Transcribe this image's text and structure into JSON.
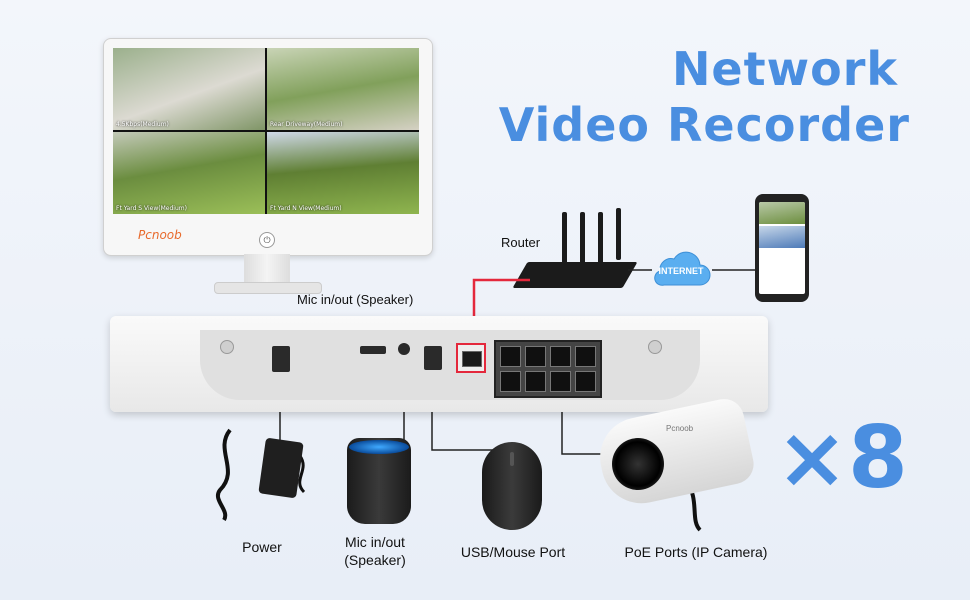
{
  "title": {
    "line1": "Network",
    "line2": "Video Recorder"
  },
  "monitor": {
    "brand": "Pcnoob",
    "power_icon": "power-icon",
    "feeds": [
      {
        "label": "4.5Kbps(Medium)"
      },
      {
        "label": "Rear Driveway(Medium)"
      },
      {
        "label": "Ft Yard S View(Medium)"
      },
      {
        "label": "Ft Yard N View(Medium)"
      }
    ]
  },
  "network": {
    "router_label": "Router",
    "cloud_label": "INTERNET"
  },
  "nvr": {
    "mic_label_top": "Mic in/out (Speaker)",
    "wan_highlight_color": "#e4283c"
  },
  "accessories": {
    "power_label": "Power",
    "mic_label": "Mic in/out\n(Speaker)",
    "mic_label_1": "Mic in/out",
    "mic_label_2": "(Speaker)",
    "usb_label": "USB/Mouse Port",
    "poe_label": "PoE Ports (IP Camera)",
    "camera_brand": "Pcnoob",
    "multiplier": "×8"
  },
  "colors": {
    "accent": "#4a8ee0",
    "highlight": "#e4283c"
  }
}
